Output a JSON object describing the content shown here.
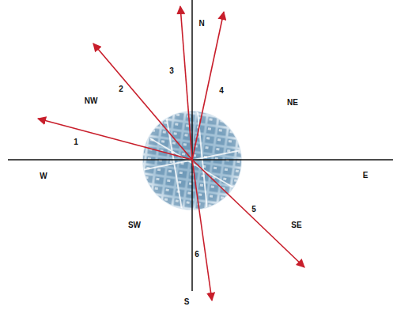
{
  "diagram": {
    "labels": [
      "N",
      "3",
      "4",
      "2",
      "NW",
      "NE",
      "1",
      "W",
      "E",
      "5",
      "SW",
      "SE",
      "6",
      "S"
    ]
  }
}
